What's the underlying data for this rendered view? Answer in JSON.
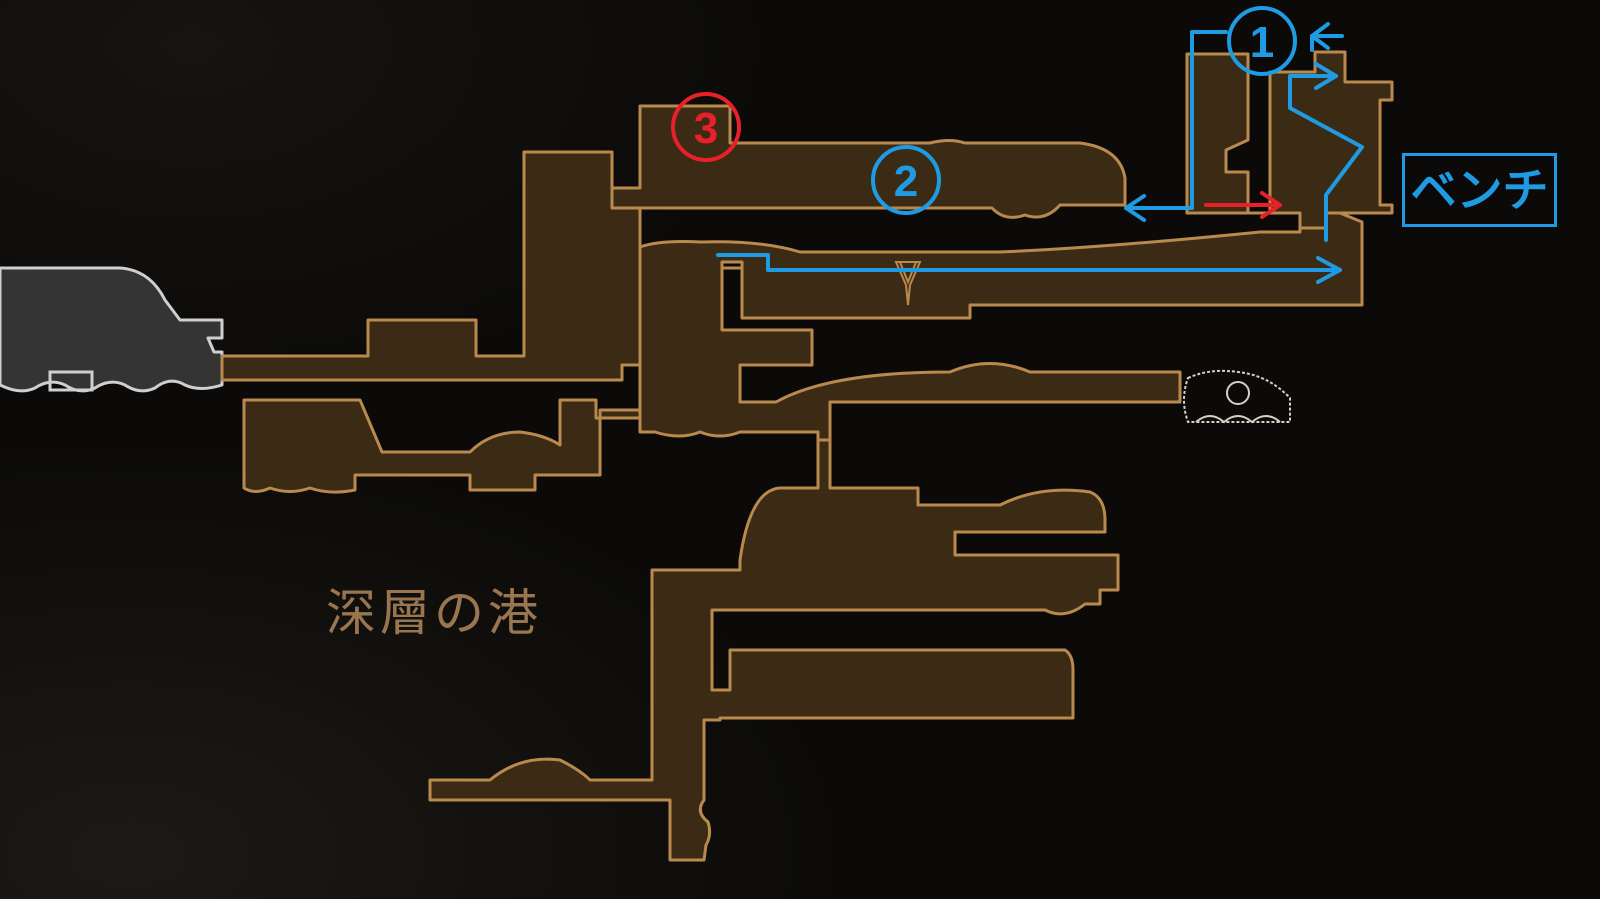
{
  "map": {
    "area_name": "深層の港",
    "room_color": "#3b2a14",
    "outline_color": "#b9894d",
    "unexplored_color": "#343434"
  },
  "markers": [
    {
      "id": "1",
      "label": "①",
      "color": "#1e9be2"
    },
    {
      "id": "2",
      "label": "②",
      "color": "#1e9be2"
    },
    {
      "id": "3",
      "label": "③",
      "color": "#e8202a"
    }
  ],
  "bench_label": "ベンチ",
  "route_colors": {
    "main": "#1e9be2",
    "alternate": "#e8202a"
  },
  "icons": {
    "bench": "bench-icon",
    "map_icon": "shell-icon"
  }
}
